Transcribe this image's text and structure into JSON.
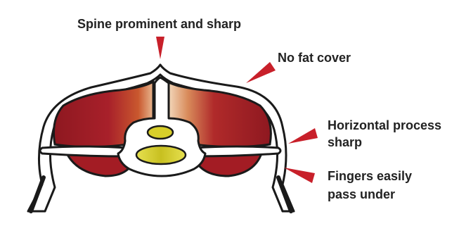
{
  "labels": {
    "spine": "Spine prominent and sharp",
    "fat": "No fat cover",
    "process_line1": "Horizontal process",
    "process_line2": "sharp",
    "fingers_line1": "Fingers easily",
    "fingers_line2": "pass under"
  },
  "colors": {
    "outline": "#1a1a1a",
    "muscle": "#a8202a",
    "muscle_dark": "#7a1218",
    "muscle_highlight": "#f2d2b0",
    "pointer": "#c8202a",
    "vertebra_core": "#d8cf2a",
    "background": "#ffffff"
  }
}
